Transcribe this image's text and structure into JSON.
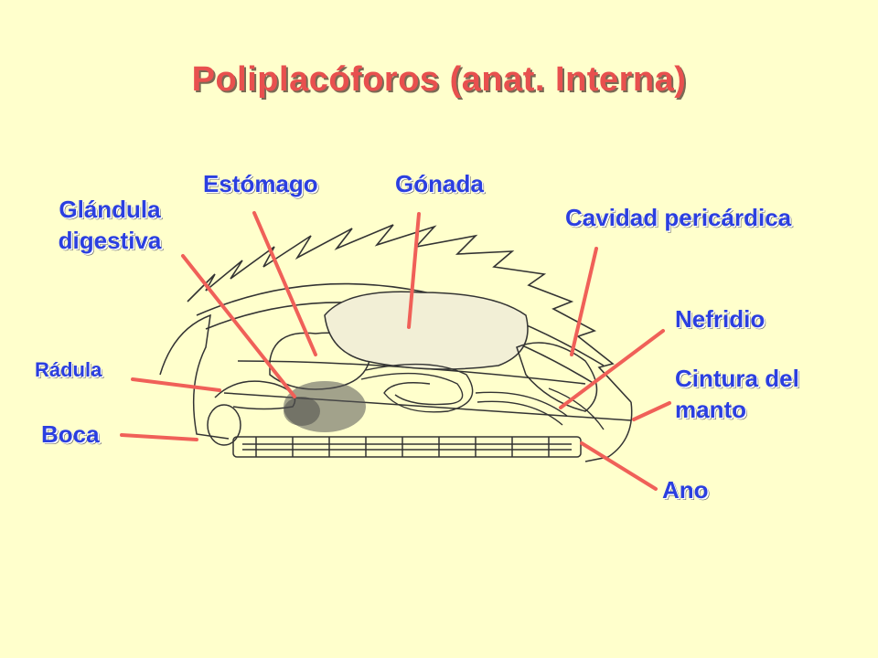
{
  "title": "Poliplacóforos (anat. Interna)",
  "labels": {
    "estomago": "Estómago",
    "gonada": "Gónada",
    "glandula_1": "Glándula",
    "glandula_2": "digestiva",
    "cavidad": "Cavidad pericárdica",
    "nefridio": "Nefridio",
    "radula": "Rádula",
    "cintura_1": "Cintura del",
    "cintura_2": "manto",
    "boca": "Boca",
    "ano": "Ano"
  },
  "colors": {
    "background": "#FFFFCC",
    "title": "#E8504E",
    "label": "#2B3FE0",
    "pointer": "#F06058"
  }
}
